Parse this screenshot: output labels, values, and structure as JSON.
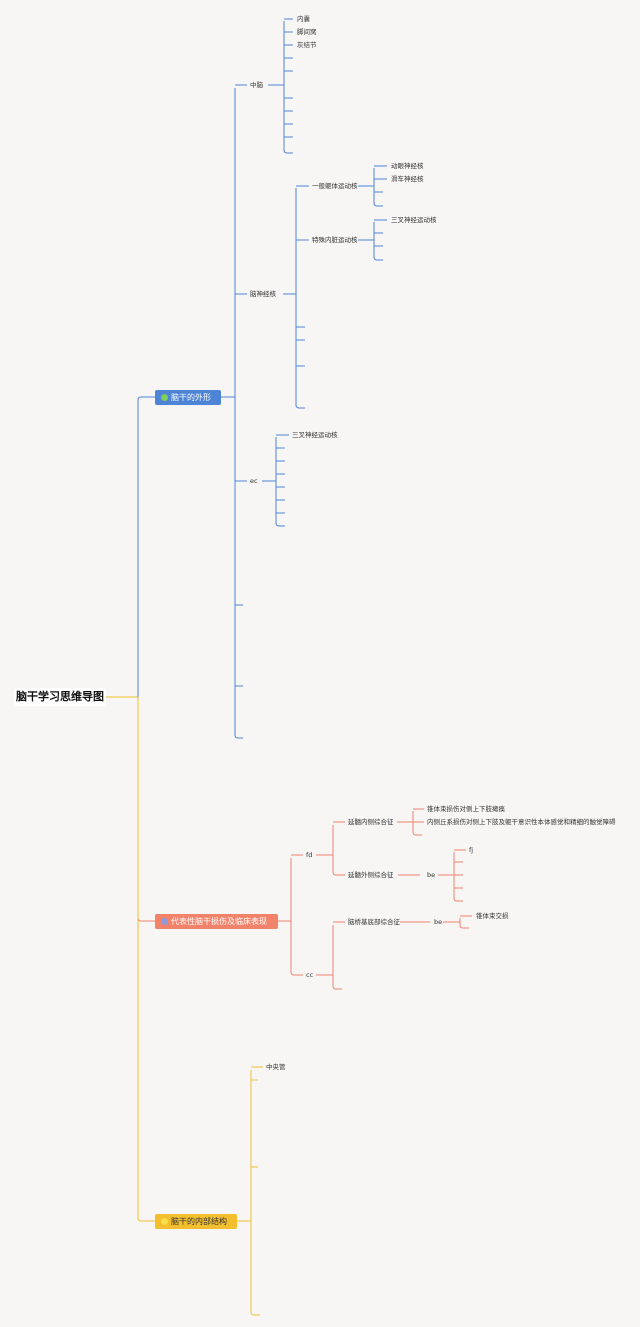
{
  "root": {
    "title": "脑干学习思维导图"
  },
  "branches": [
    {
      "label": "脑干的外形",
      "color": "#4e84d6",
      "icon": "heart-icon",
      "icon_color": "#7ccf5a"
    },
    {
      "label": "代表性脑干损伤及临床表现",
      "color": "#f2836b",
      "icon": "flag-icon",
      "icon_color": "#8f9ad8"
    },
    {
      "label": "脑干的内部结构",
      "color": "#f3bf2e",
      "icon": "lightbulb-icon",
      "icon_color": "#f5e04a"
    }
  ],
  "nodes": {
    "zhongnao": "中脑",
    "neinang": "内囊",
    "jiaojiwo": "脚间窝",
    "qingtuojie": "灰结节",
    "naoshenjinghe": "脑神经核",
    "yiban_qu_ti": "一般躯体运动核",
    "dongyan": "动眼神经核",
    "huache": "滑车神经核",
    "teshu_nei_zang": "特殊内脏运动核",
    "sancha_1": "三叉神经运动核",
    "ec": "ec",
    "sancha_2": "三叉神经运动核",
    "fd": "fd",
    "yansui_nei": "延髓内侧综合征",
    "zhuiti_shun": "锥体束损伤对侧上下肢瘫痪",
    "neice_qiu": "内侧丘系损伤对侧上下肢及躯干意识性本体感觉和精细的触觉障碍",
    "yansui_wai": "延髓外侧综合征",
    "be_1": "be",
    "fj": "fj",
    "naoqiao_di": "脑桥基底部综合征",
    "be_2": "be",
    "zhuiti_jiao": "锥体束交损",
    "cc": "cc",
    "zhongyangguan": "中央管"
  }
}
